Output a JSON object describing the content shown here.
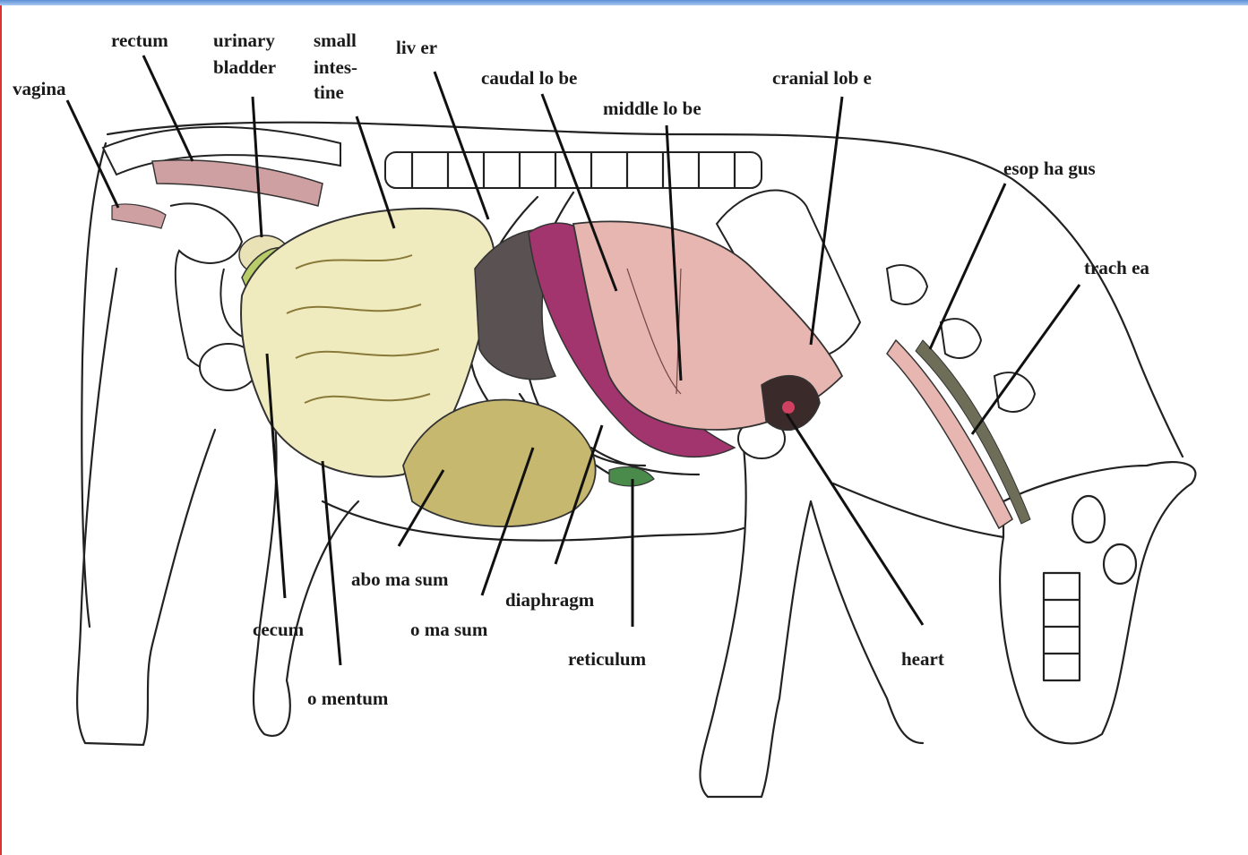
{
  "colors": {
    "frame_border": "#e03030",
    "top_bar": "#5b8fd6",
    "small_intestine": "#f0ebbf",
    "lung": "#e8b6b0",
    "diaphragm": "#a2356e",
    "abomasum": "#c7b86f",
    "rectum": "#cfa0a2",
    "cecum": "#b9cc6a",
    "reticulum": "#4a8a4a"
  },
  "labels": {
    "vagina": "vagina",
    "rectum": "rectum",
    "urinary_bladder_1": "urinary",
    "urinary_bladder_2": "bladder",
    "small_intestine_1": "small",
    "small_intestine_2": "intes-",
    "small_intestine_3": "tine",
    "liver": "liv er",
    "caudal_lobe": "caudal lo be",
    "middle_lobe": "middle lo be",
    "cranial_lobe": "cranial lob e",
    "esophagus": "esop ha gus",
    "trachea": "trach ea",
    "abomasum": "abo ma sum",
    "diaphragm": "diaphragm",
    "omasum": "o ma sum",
    "reticulum": "reticulum",
    "cecum": "cecum",
    "omentum": "o mentum",
    "heart": "heart"
  }
}
